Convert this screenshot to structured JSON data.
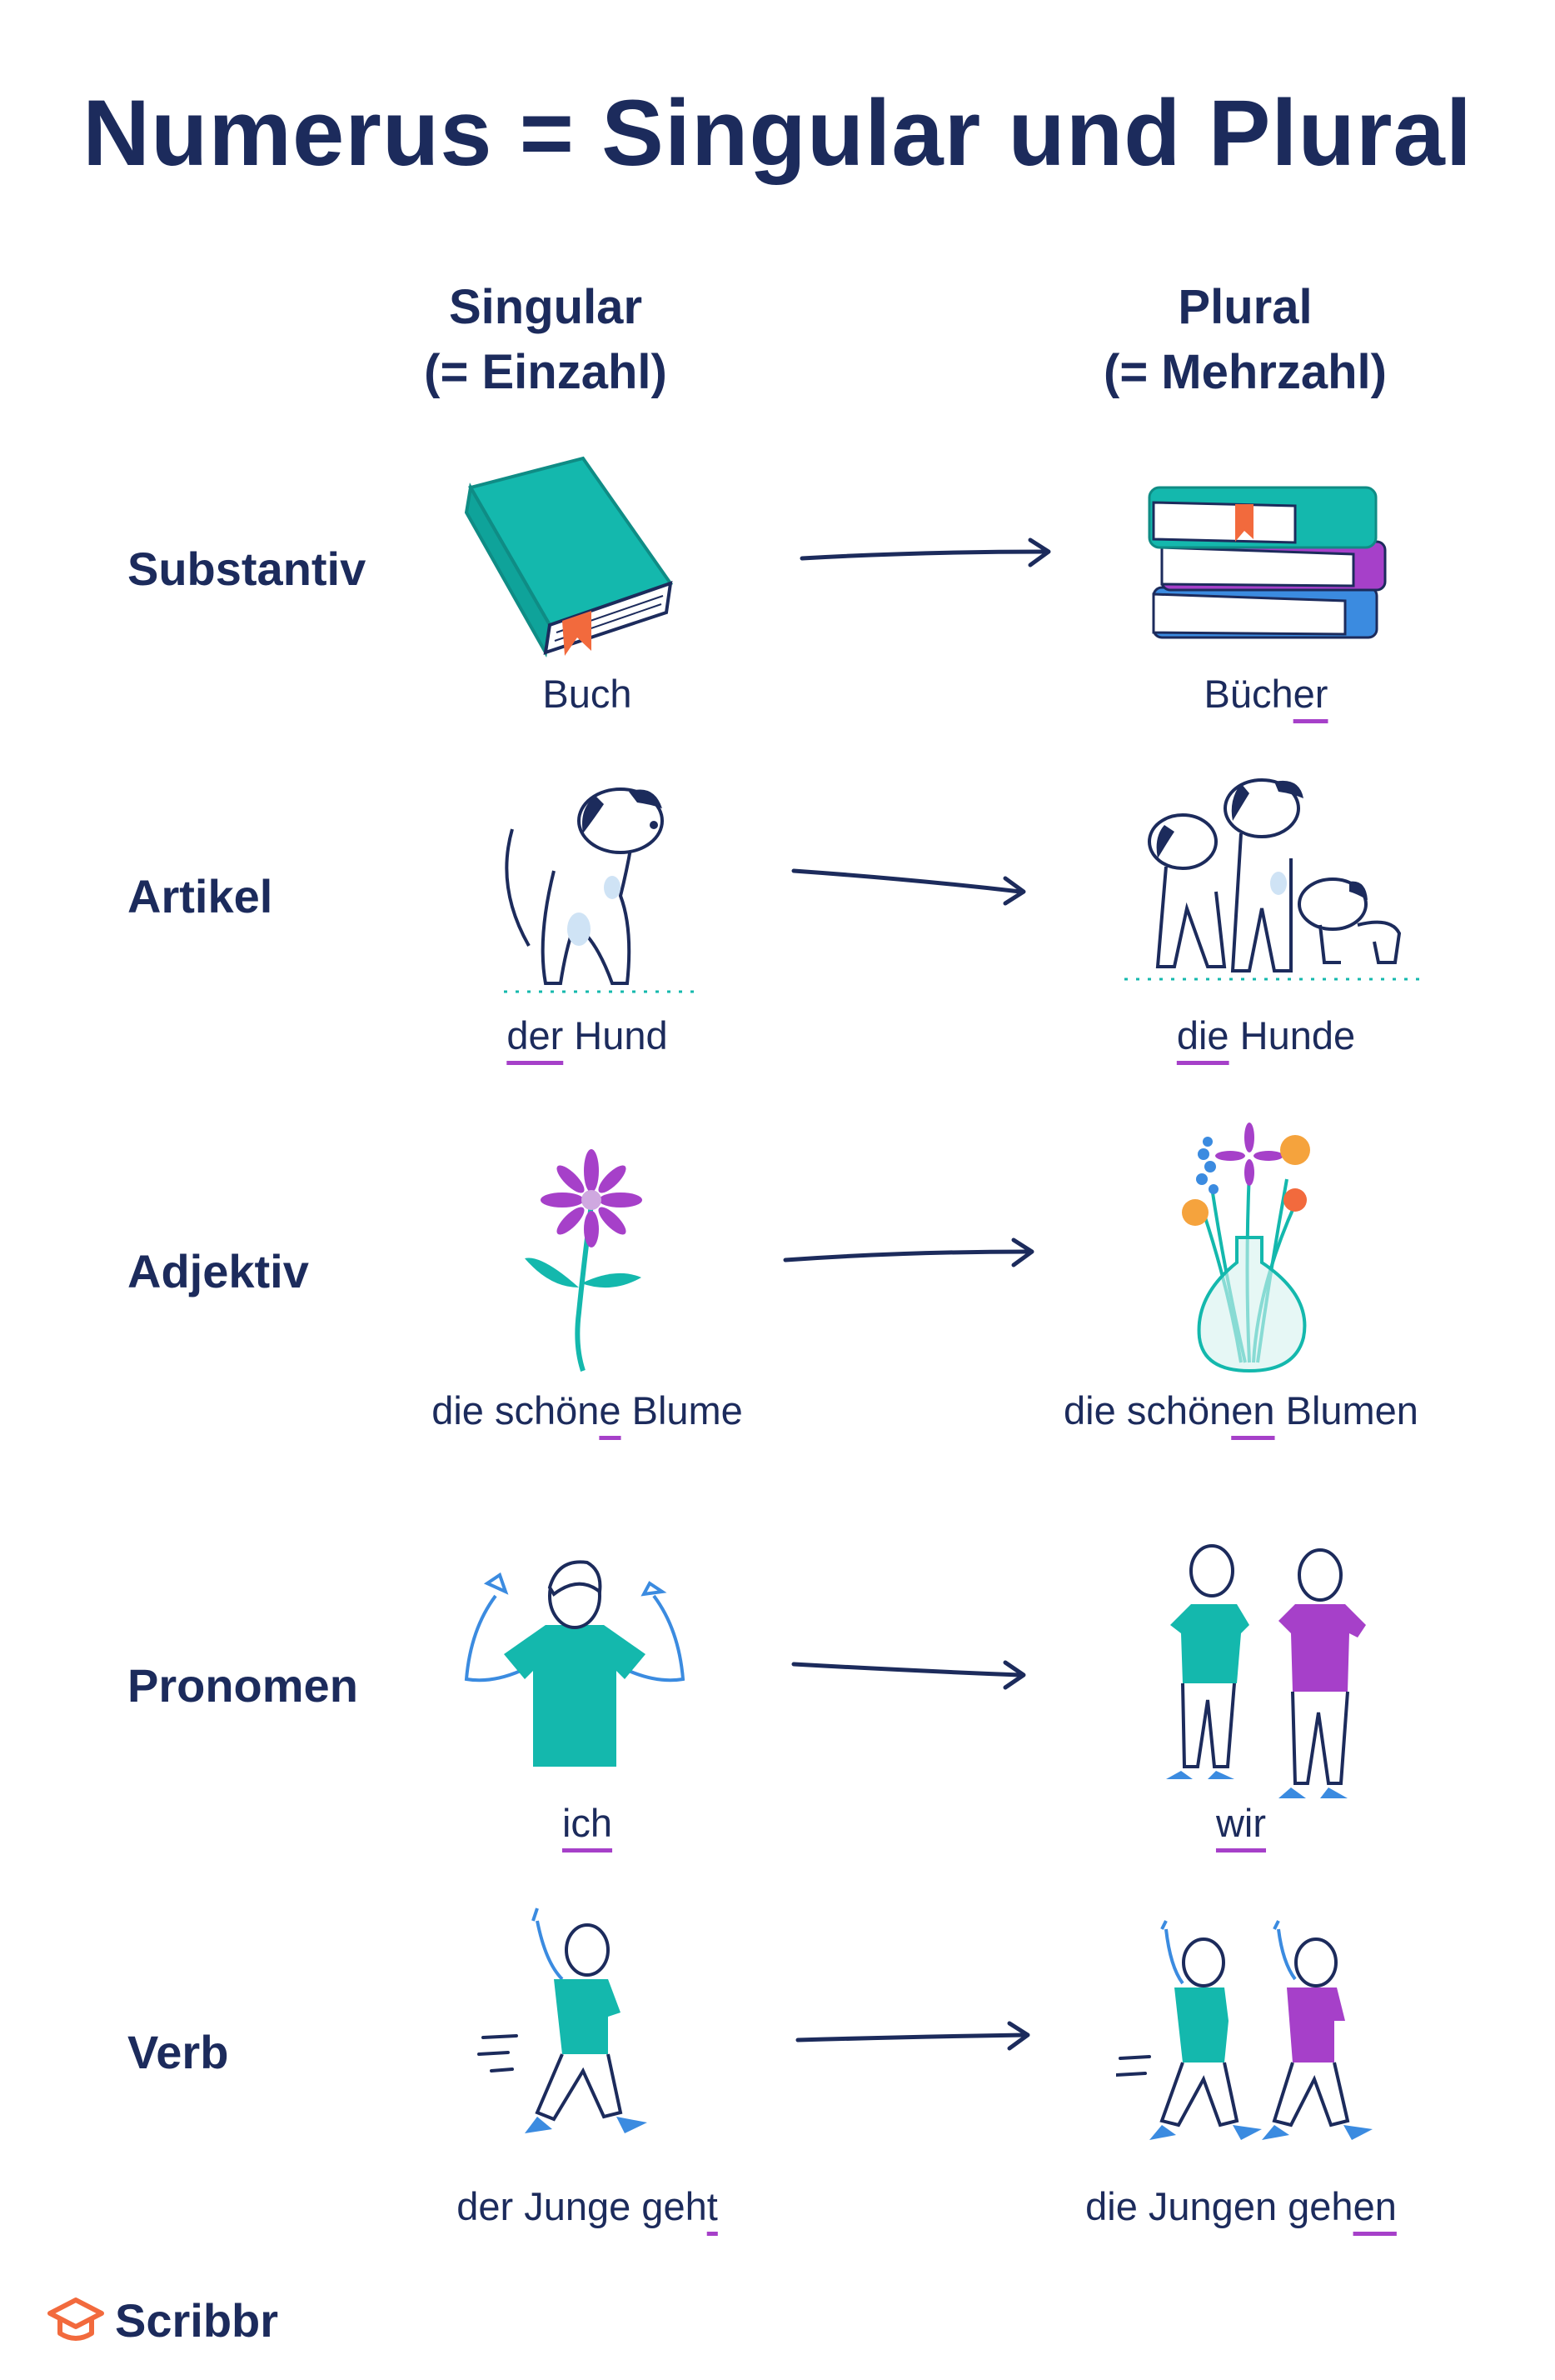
{
  "title": "Numerus = Singular und Plural",
  "columns": {
    "singular": {
      "line1": "Singular",
      "line2": "(= Einzahl)"
    },
    "plural": {
      "line1": "Plural",
      "line2": "(= Mehrzahl)"
    }
  },
  "rows": [
    {
      "label": "Substantiv",
      "singular": {
        "pre": "Buch",
        "u": "",
        "post": ""
      },
      "plural": {
        "pre": "Büch",
        "u": "er",
        "post": ""
      },
      "icon_singular": "book-icon",
      "icon_plural": "book-stack-icon"
    },
    {
      "label": "Artikel",
      "singular": {
        "pre": "",
        "u": "der",
        "post": " Hund"
      },
      "plural": {
        "pre": "",
        "u": "die",
        "post": " Hunde"
      },
      "icon_singular": "dog-icon",
      "icon_plural": "dogs-icon"
    },
    {
      "label": "Adjektiv",
      "singular": {
        "pre": "die schön",
        "u": "e",
        "post": " Blume"
      },
      "plural": {
        "pre": "die schön",
        "u": "en",
        "post": " Blumen"
      },
      "icon_singular": "flower-icon",
      "icon_plural": "flower-vase-icon"
    },
    {
      "label": "Pronomen",
      "singular": {
        "pre": "",
        "u": "ich",
        "post": ""
      },
      "plural": {
        "pre": "",
        "u": "wir",
        "post": ""
      },
      "icon_singular": "person-pointing-icon",
      "icon_plural": "two-people-icon"
    },
    {
      "label": "Verb",
      "singular": {
        "pre": "der Junge geh",
        "u": "t",
        "post": ""
      },
      "plural": {
        "pre": "die Jungen geh",
        "u": "en",
        "post": ""
      },
      "icon_singular": "walking-boy-icon",
      "icon_plural": "walking-boys-icon"
    }
  ],
  "brand": {
    "name": "Scribbr",
    "icon": "graduation-cap-icon"
  },
  "colors": {
    "navy": "#1c2b5c",
    "teal": "#14b8ad",
    "purple": "#a640c9",
    "orange": "#f26a3d",
    "blue": "#3b8be0"
  }
}
